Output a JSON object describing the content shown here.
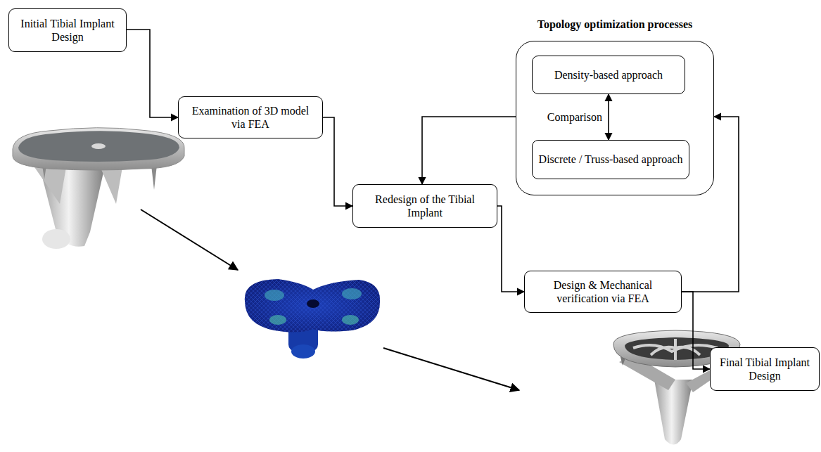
{
  "diagram": {
    "nodes": [
      {
        "text": [
          "Initial Tibial Implant Design"
        ]
      },
      {
        "text": [
          "Examination of 3D model via FEA"
        ]
      },
      {
        "text": [
          "Redesign of the Tibial Implant"
        ]
      },
      {
        "text": [
          "Topology optimization processes"
        ]
      },
      {
        "text": [
          "Density-based approach"
        ],
        "in": 3
      },
      {
        "text": [
          "Discrete / Truss-based approach"
        ],
        "in": 3
      },
      {
        "text": [
          "Design & Mechanical verification via FEA"
        ]
      },
      {
        "text": [
          "Final Tibial Implant Design"
        ]
      }
    ],
    "edges": [
      {
        "from": 0,
        "to": 1,
        "arrow": "to"
      },
      {
        "from": 1,
        "to": 2,
        "arrow": "to"
      },
      {
        "from": 2,
        "to": 6,
        "arrow": "to"
      },
      {
        "from": 6,
        "to": 3,
        "arrow": "to"
      },
      {
        "from": 3,
        "to": 2,
        "arrow": "to"
      },
      {
        "from": 4,
        "to": 5,
        "label": "Comparison",
        "arrow": "both"
      },
      {
        "from": 6,
        "to": 7,
        "arrow": "to"
      }
    ]
  }
}
